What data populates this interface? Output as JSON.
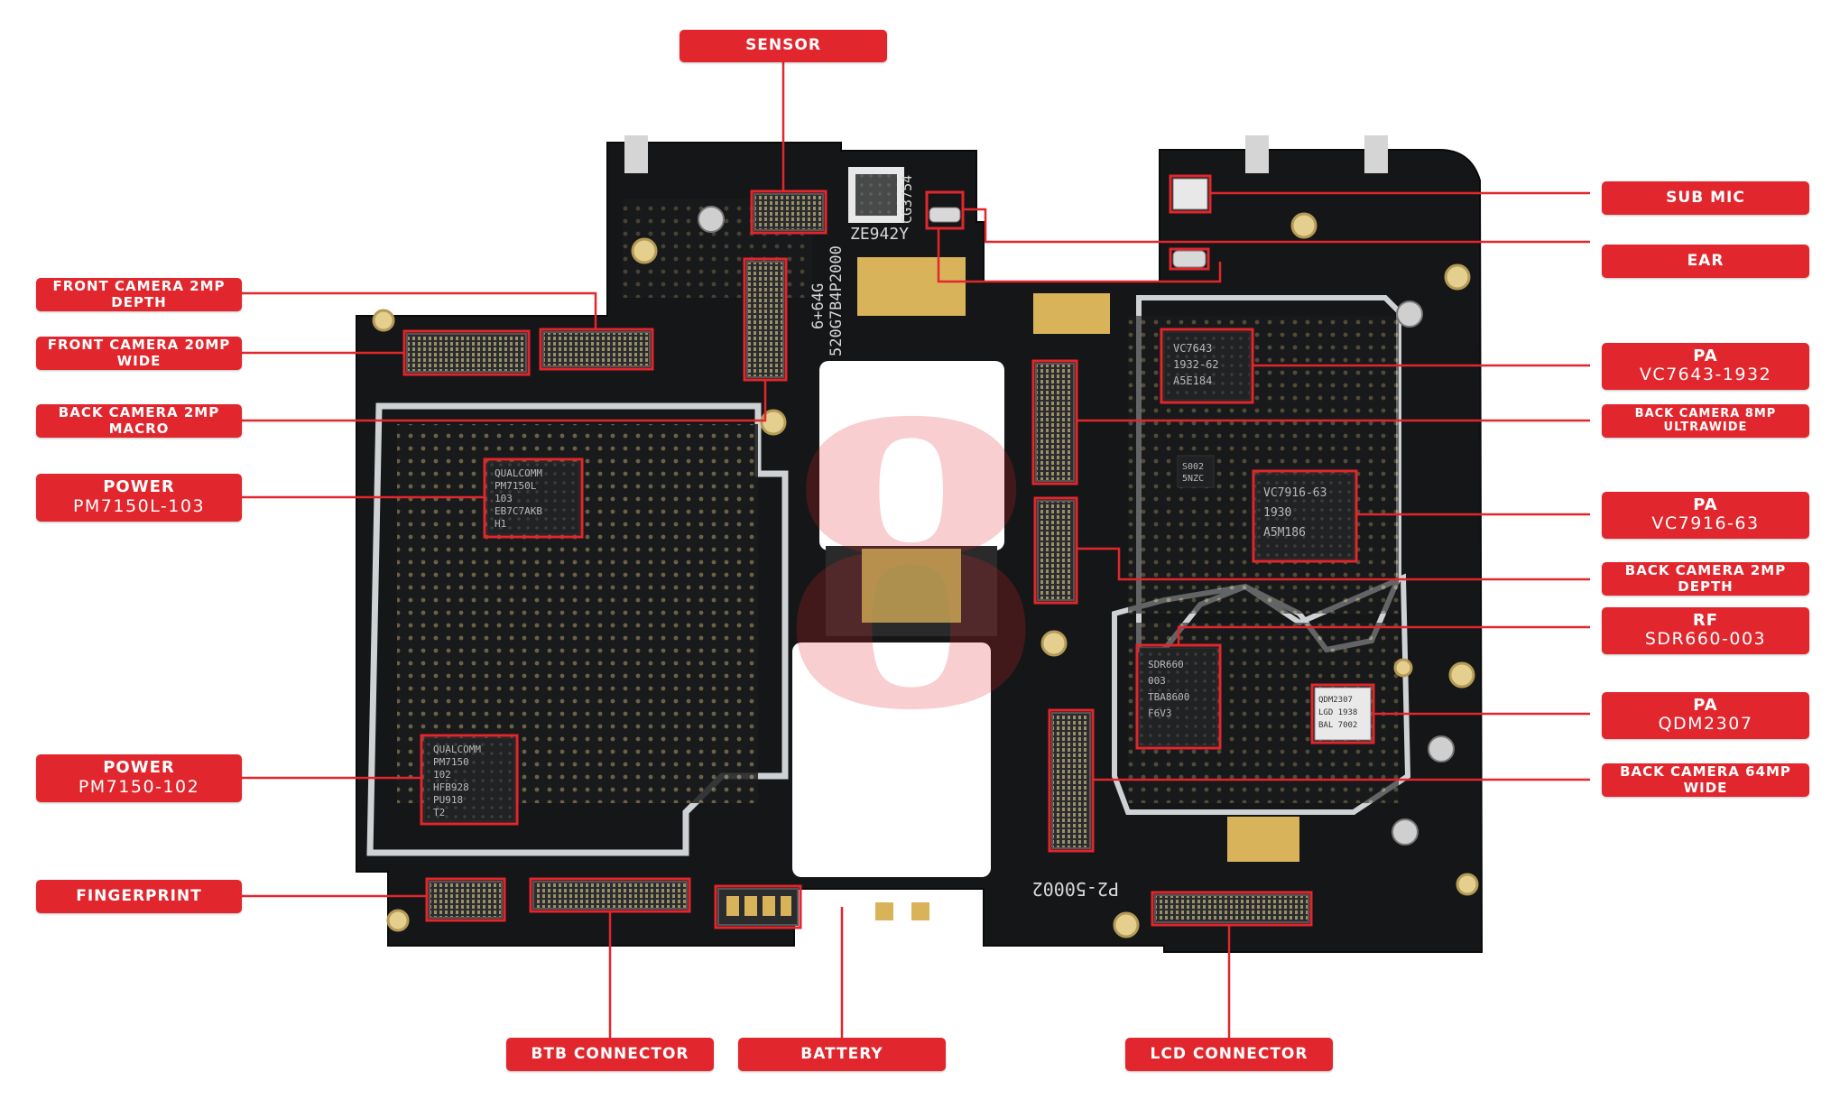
{
  "colors": {
    "accent": "#e1262d",
    "board": "#151617",
    "silkscreen": "#d8d8d8",
    "gold": "#d9b35a"
  },
  "silkscreen": {
    "code": "ZE942Y",
    "serial": "CG3754",
    "variant": "6+64G",
    "part": "520G7B4P2000",
    "board_id": "P2-50002"
  },
  "chips": {
    "pm7150l": [
      "QUALCOMM",
      "PM7150L",
      "103",
      "EB7C7AKB",
      "H1"
    ],
    "pm7150": [
      "QUALCOMM",
      "PM7150",
      "102",
      "HFB928",
      "PU918",
      "T2"
    ],
    "vc7643": [
      "VC7643",
      "1932-62",
      "A5E184"
    ],
    "vc7916": [
      "VC7916-63",
      "1930",
      "A5M186"
    ],
    "sdr660": [
      "SDR660",
      "003",
      "TBA8600",
      "F6V3"
    ],
    "qdm2307": [
      "QDM2307",
      "LGD 1938",
      "BAL 7002"
    ],
    "small": [
      "S002",
      "5NZC"
    ]
  },
  "labels": {
    "sensor": "SENSOR",
    "sub_mic": "SUB MIC",
    "ear": "EAR",
    "front_cam_depth": "FRONT CAMERA 2MP DEPTH",
    "front_cam_wide": "FRONT CAMERA 20MP WIDE",
    "back_cam_macro": "BACK CAMERA 2MP MACRO",
    "power1_title": "POWER",
    "power1_sub": "PM7150L-103",
    "power2_title": "POWER",
    "power2_sub": "PM7150-102",
    "fingerprint": "FINGERPRINT",
    "pa1_title": "PA",
    "pa1_sub": "VC7643-1932",
    "back_cam_ultrawide": "BACK CAMERA 8MP ULTRAWIDE",
    "pa2_title": "PA",
    "pa2_sub": "VC7916-63",
    "back_cam_depth": "BACK CAMERA 2MP DEPTH",
    "rf_title": "RF",
    "rf_sub": "SDR660-003",
    "pa3_title": "PA",
    "pa3_sub": "QDM2307",
    "back_cam_wide": "BACK CAMERA 64MP WIDE",
    "btb": "BTB CONNECTOR",
    "battery": "BATTERY",
    "lcd": "LCD CONNECTOR"
  }
}
